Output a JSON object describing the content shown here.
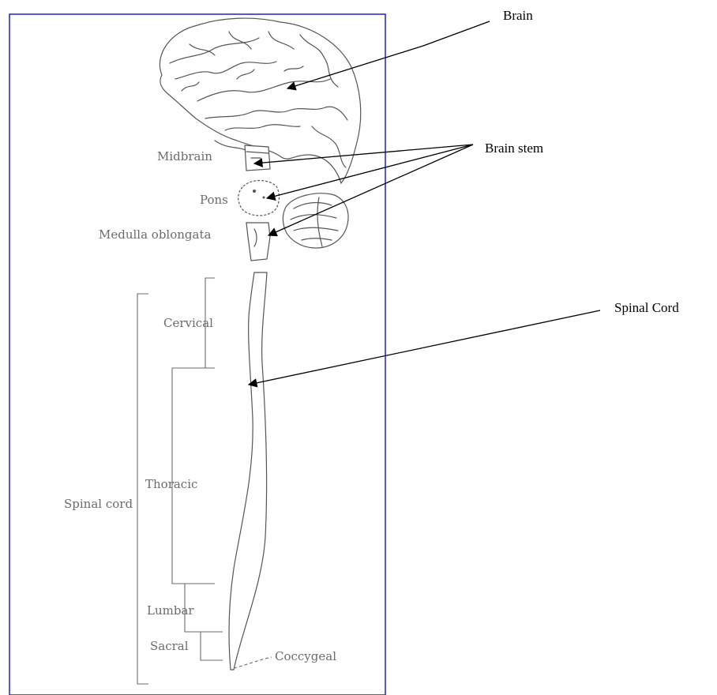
{
  "diagram": {
    "inner_labels": {
      "midbrain": "Midbrain",
      "pons": "Pons",
      "medulla": "Medulla oblongata",
      "cervical": "Cervical",
      "thoracic": "Thoracic",
      "spinal_cord": "Spinal cord",
      "lumbar": "Lumbar",
      "sacral": "Sacral",
      "coccygeal": "Coccygeal"
    },
    "callouts": {
      "brain": "Brain",
      "brain_stem": "Brain stem",
      "spinal_cord": "Spinal Cord"
    },
    "colors": {
      "frame": "#2020c8",
      "callout_text": "#000000",
      "sketch_text": "#6b6b6b"
    }
  }
}
